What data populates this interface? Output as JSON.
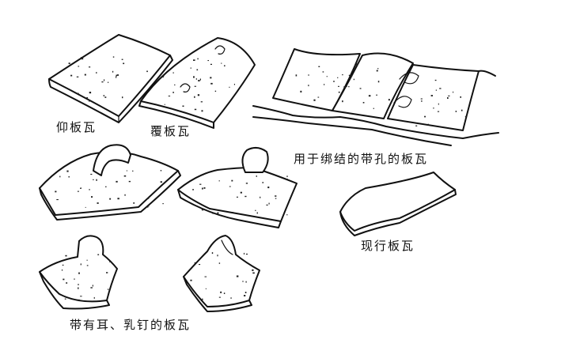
{
  "labels": {
    "yang_tile": "仰板瓦",
    "fu_tile": "覆板瓦",
    "hole_tile": "用于绑结的带孔的板瓦",
    "ear_nail_tile": "带有耳、乳钉的板瓦",
    "modern_tile": "现行板瓦"
  }
}
